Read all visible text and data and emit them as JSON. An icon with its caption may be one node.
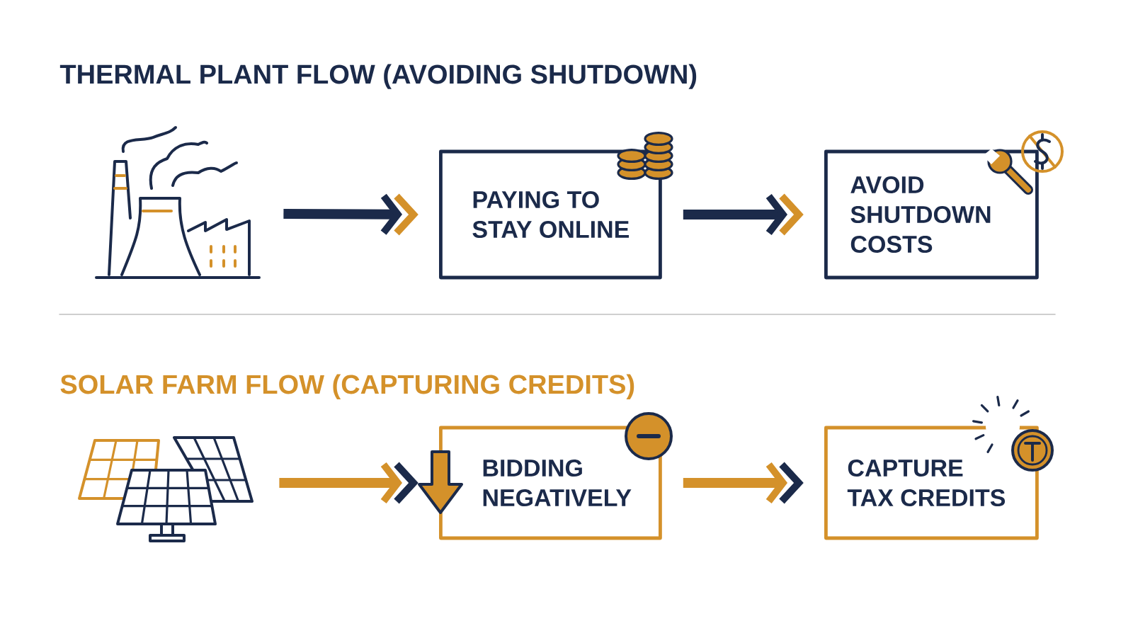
{
  "diagram": {
    "title": "THERMAL PLANT FLOW (AVOIDING SHUTDOWN)",
    "nodes": [
      {
        "text": [],
        "shape": "picture"
      },
      {
        "text": [
          "PAYING TO STAY ONLINE"
        ]
      },
      {
        "text": [
          "AVOID SHUTDOWN COSTS"
        ]
      },
      {
        "text": [],
        "shape": "picture"
      },
      {
        "text": [
          "BIDDING NEGATIVELY"
        ]
      },
      {
        "text": [
          "CAPTURE TAX CREDITS"
        ]
      }
    ],
    "edges": [
      {
        "from": 0,
        "to": 1,
        "arrow": "to"
      },
      {
        "from": 1,
        "to": 2,
        "arrow": "to"
      },
      {
        "from": 3,
        "to": 4,
        "arrow": "to",
        "color": "#d4912a"
      },
      {
        "from": 4,
        "to": 5,
        "arrow": "to",
        "color": "#d4912a"
      }
    ],
    "labels": [
      "SOLAR FARM FLOW (CAPTURING CREDITS)"
    ]
  }
}
